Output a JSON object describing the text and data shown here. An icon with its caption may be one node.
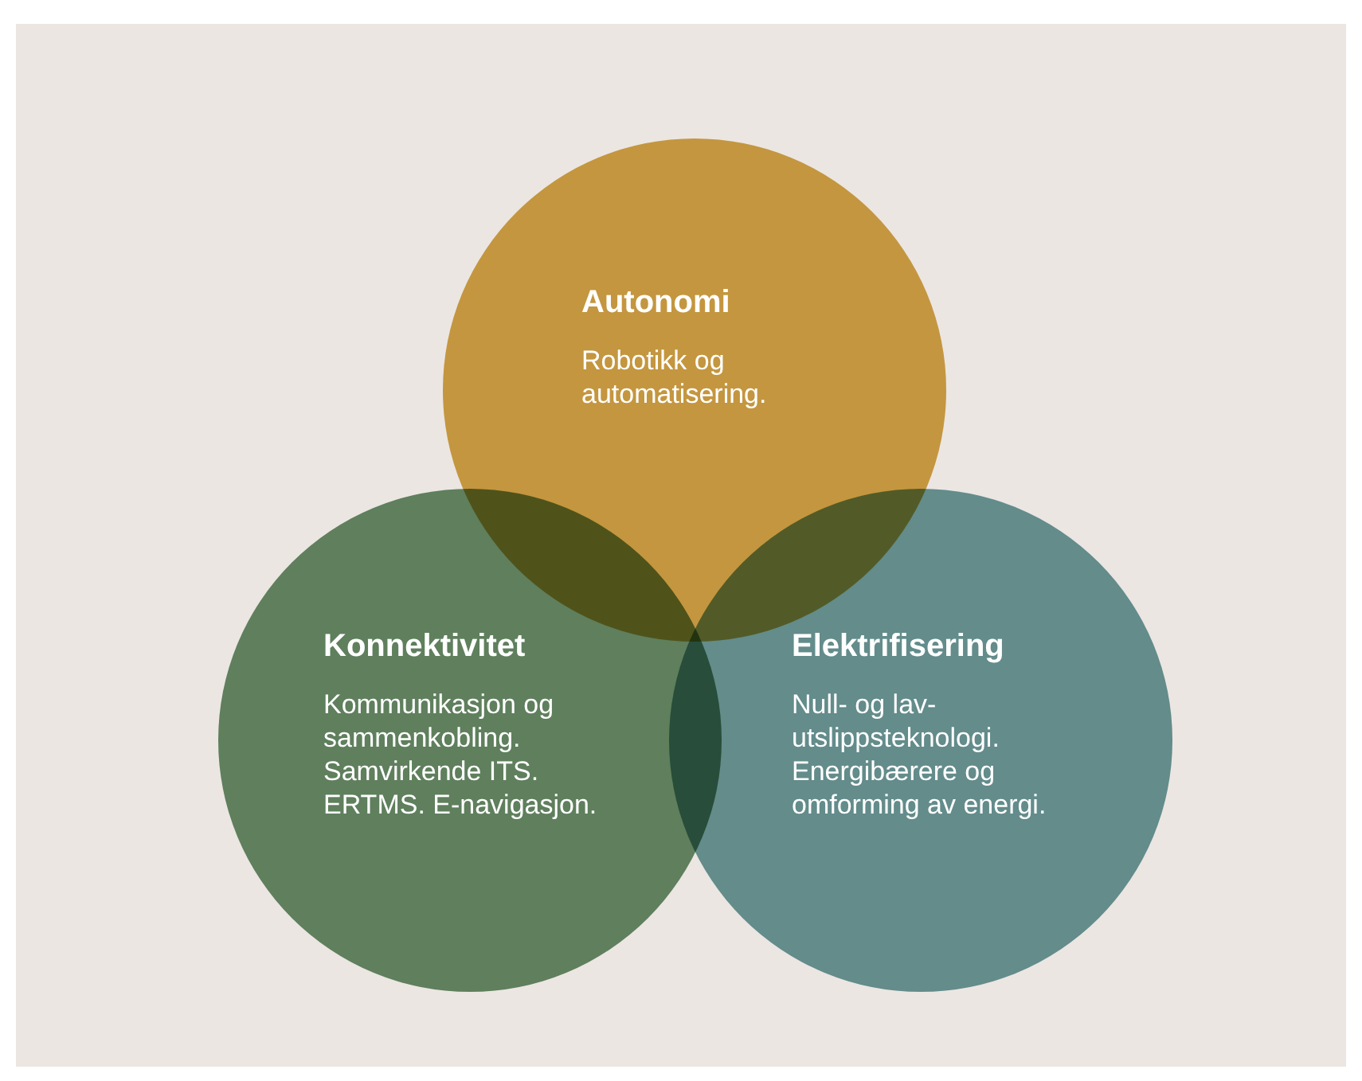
{
  "diagram": {
    "nodes": [
      {
        "text": [
          "Autonomi",
          "Robotikk og automatisering."
        ]
      },
      {
        "text": [
          "Konnektivitet",
          "Kommunikasjon og sammenkobling. Samvirkende ITS. ERTMS. E-navigasjon."
        ]
      },
      {
        "text": [
          "Elektrifisering",
          "Null- og lav- utslippsteknologi. Energibærere og omforming av energi."
        ]
      }
    ],
    "edges": []
  }
}
